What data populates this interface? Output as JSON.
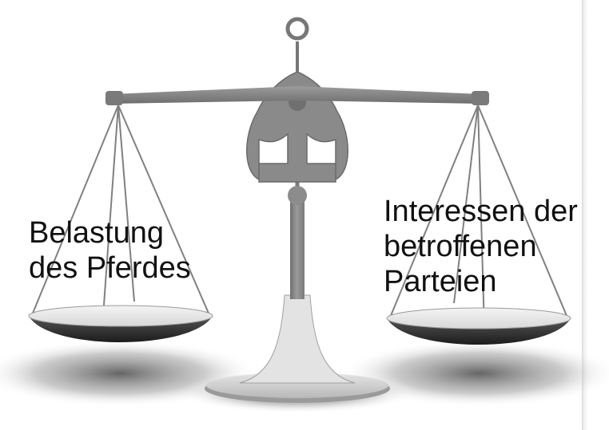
{
  "labels": {
    "left": {
      "line1": "Belastung",
      "line2": "des Pferdes"
    },
    "right": {
      "line1": "Interessen der",
      "line2": "betroffenen",
      "line3": "Parteien"
    }
  }
}
